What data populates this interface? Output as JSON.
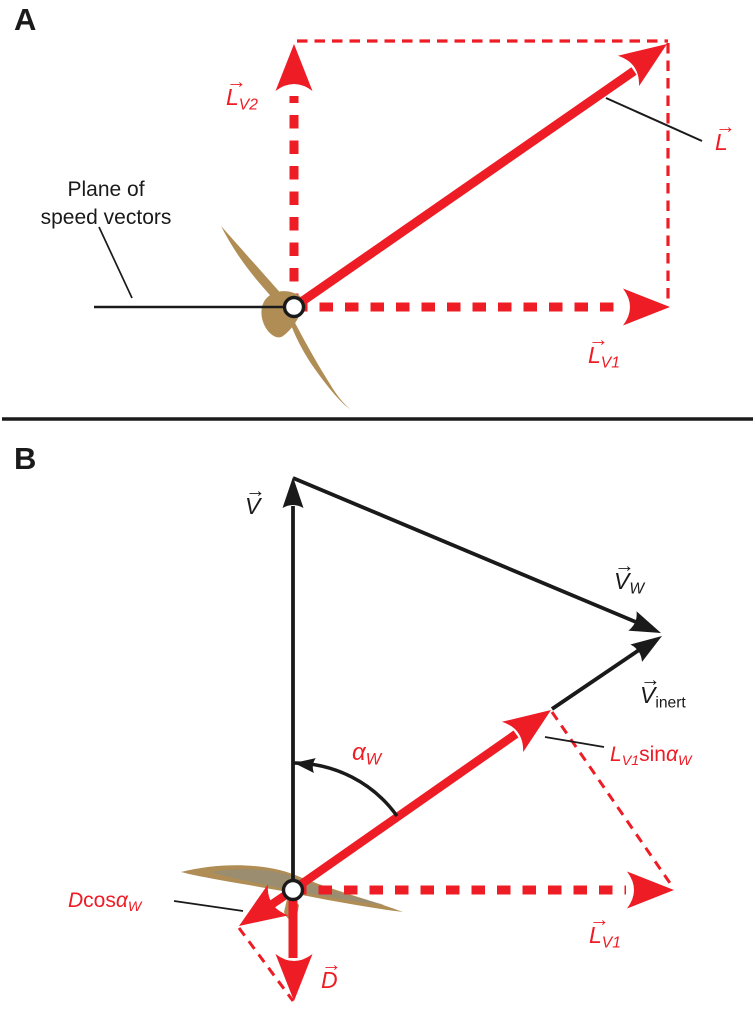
{
  "colors": {
    "red": "#ee1c25",
    "ink": "#1a1a1a",
    "tan": "#b08d55",
    "tan_shade": "#8e8e80"
  },
  "glyphs": {
    "vector_arrow": "→"
  },
  "panelA": {
    "tag": "A",
    "plane_caption": {
      "line1": "Plane of",
      "line2": "speed vectors"
    },
    "labels": {
      "lv2": {
        "main": "L",
        "sub": "V2"
      },
      "l": {
        "main": "L"
      },
      "lv1": {
        "main": "L",
        "sub": "V1"
      }
    }
  },
  "panelB": {
    "tag": "B",
    "labels": {
      "v": {
        "main": "V"
      },
      "vw": {
        "main": "V",
        "sub": "W"
      },
      "vinert": {
        "main": "V",
        "sub": "inert"
      },
      "alpha": {
        "main": "α",
        "sub": "W"
      },
      "lv1sin": {
        "main": "L",
        "sub1": "V1",
        "mid": "sin",
        "alpha": "α",
        "sub2": "W"
      },
      "lv1": {
        "main": "L",
        "sub": "V1"
      },
      "d": {
        "main": "D"
      },
      "dcos": {
        "main": "D",
        "mid": "cos",
        "alpha": "α",
        "sub": "W"
      }
    }
  }
}
